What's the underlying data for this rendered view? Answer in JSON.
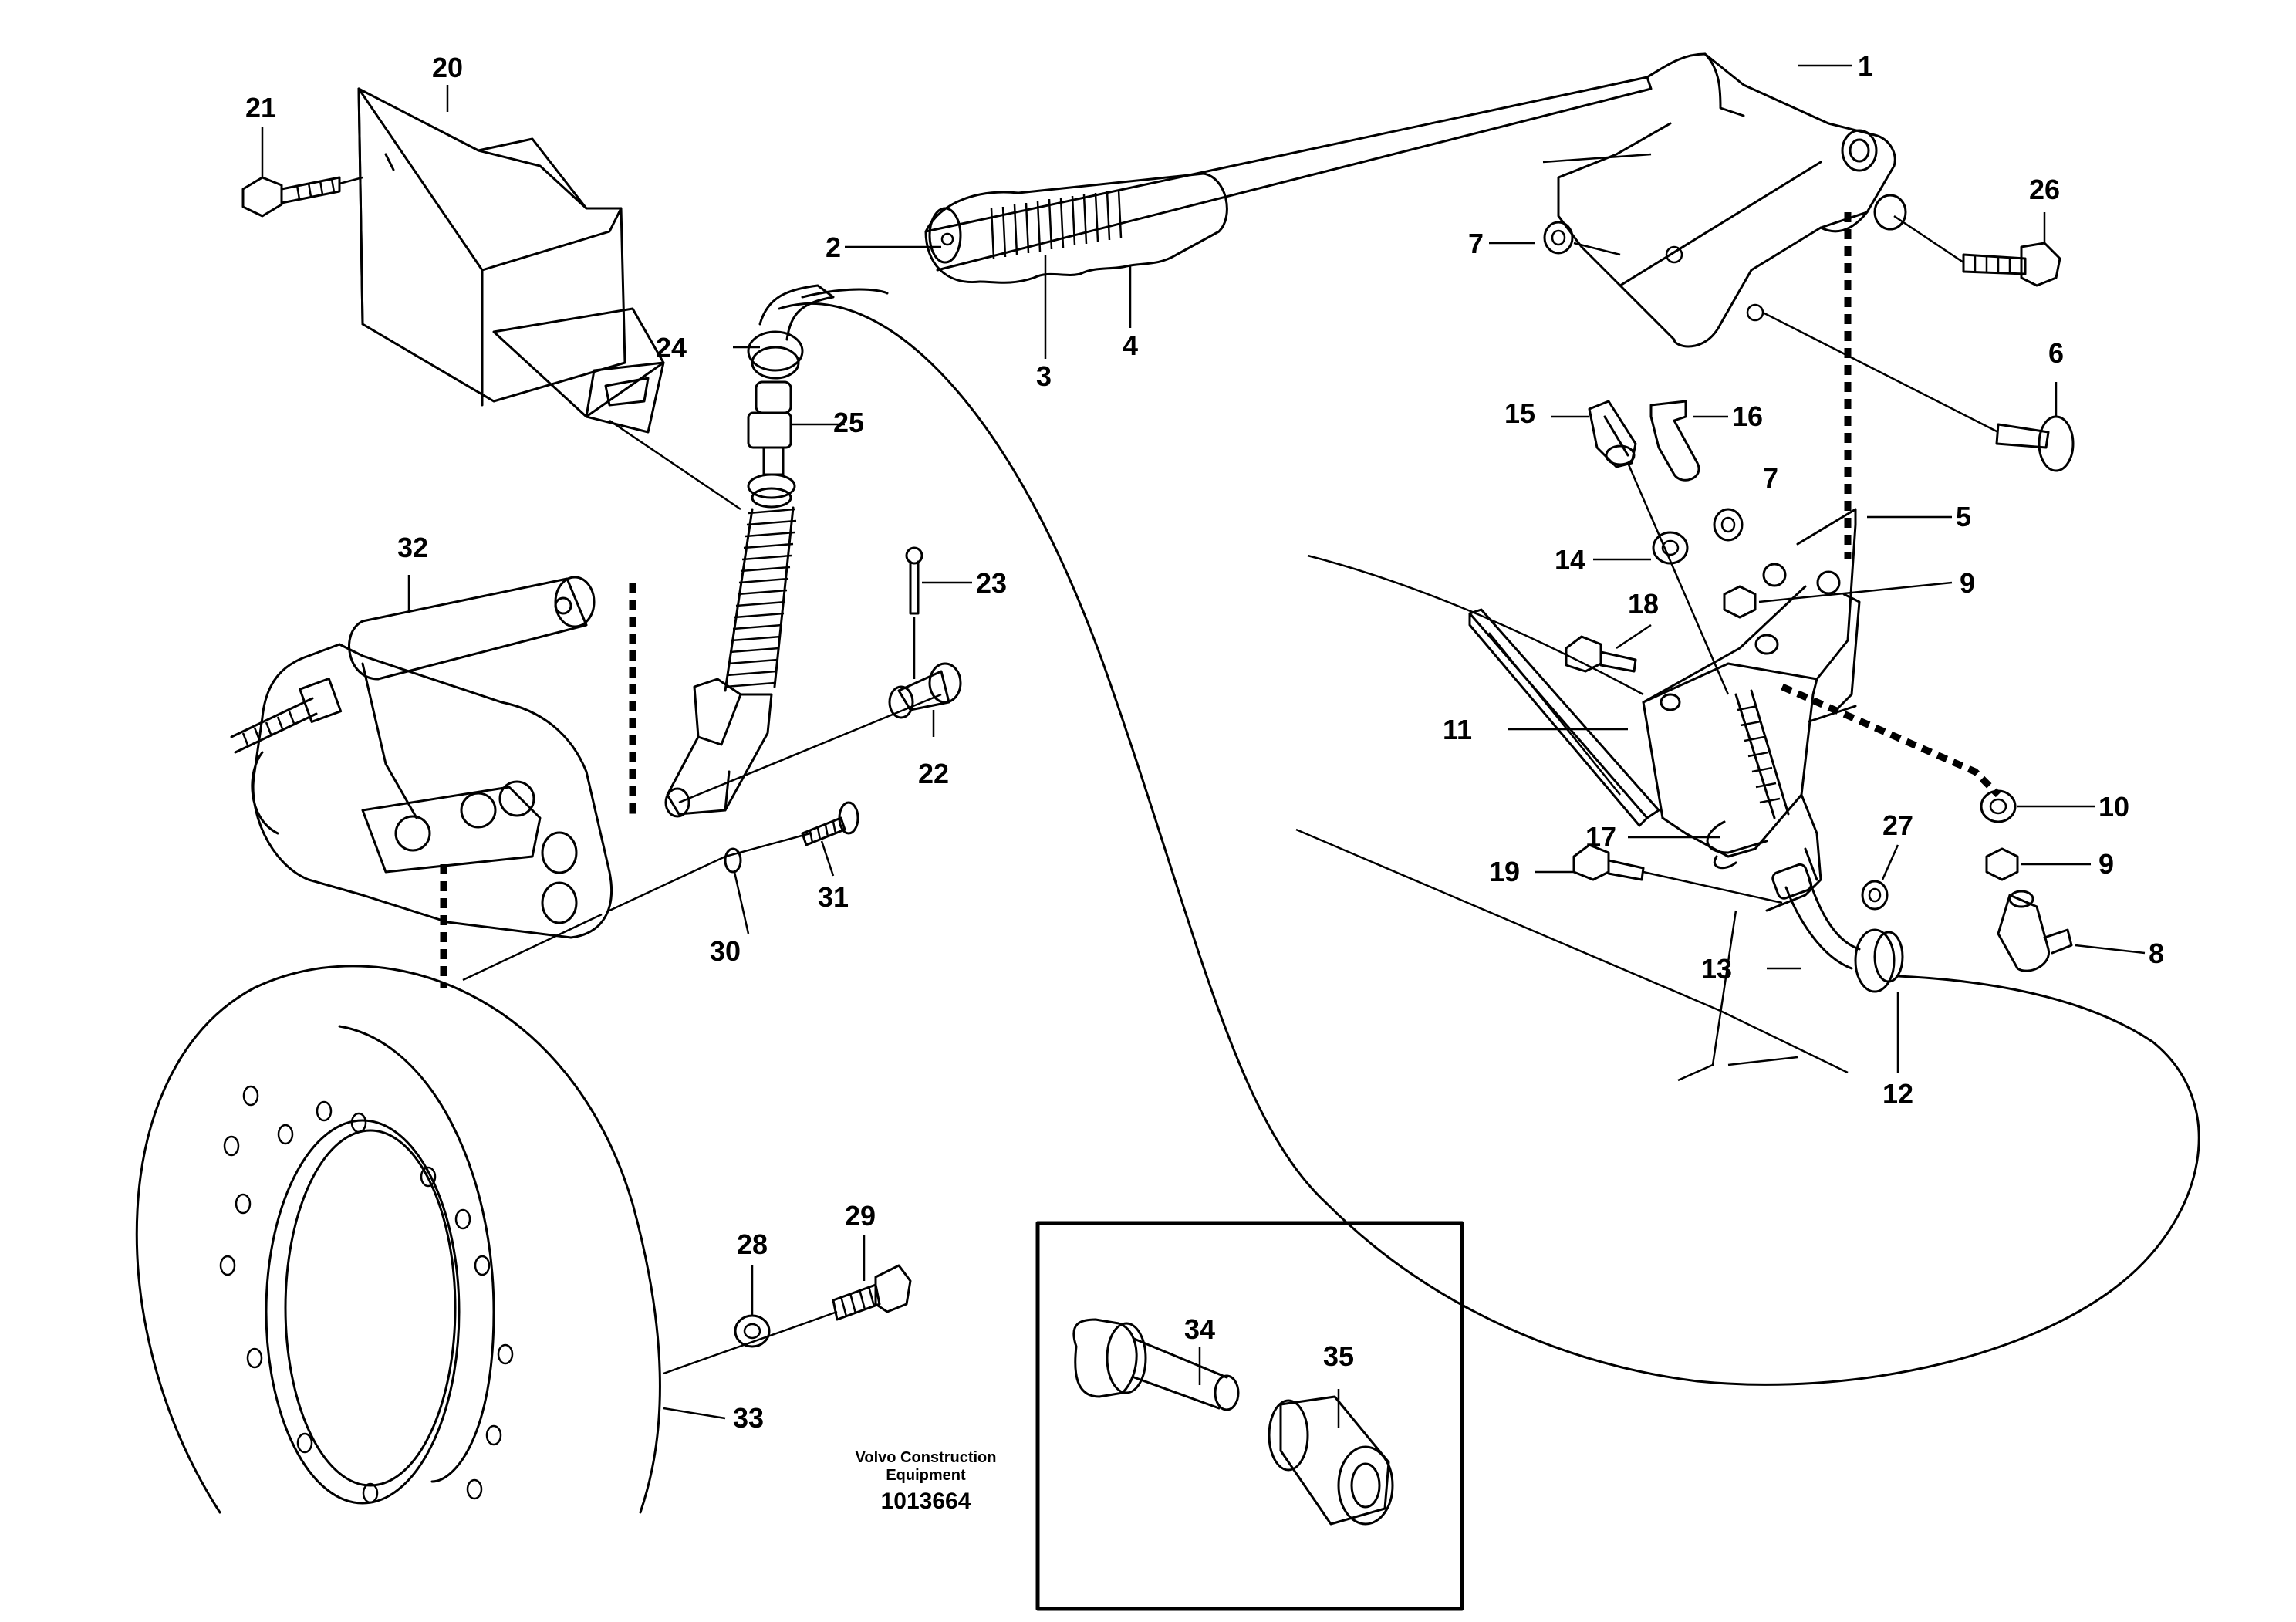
{
  "drawing": {
    "caption_line1": "Volvo Construction",
    "caption_line2": "Equipment",
    "drawing_number": "1013664"
  },
  "callouts": [
    "1",
    "2",
    "3",
    "4",
    "5",
    "6",
    "7",
    "8",
    "9",
    "10",
    "11",
    "12",
    "13",
    "14",
    "15",
    "16",
    "17",
    "18",
    "19",
    "20",
    "21",
    "22",
    "23",
    "24",
    "25",
    "26",
    "27",
    "28",
    "29",
    "30",
    "31",
    "32",
    "33",
    "34",
    "35"
  ]
}
